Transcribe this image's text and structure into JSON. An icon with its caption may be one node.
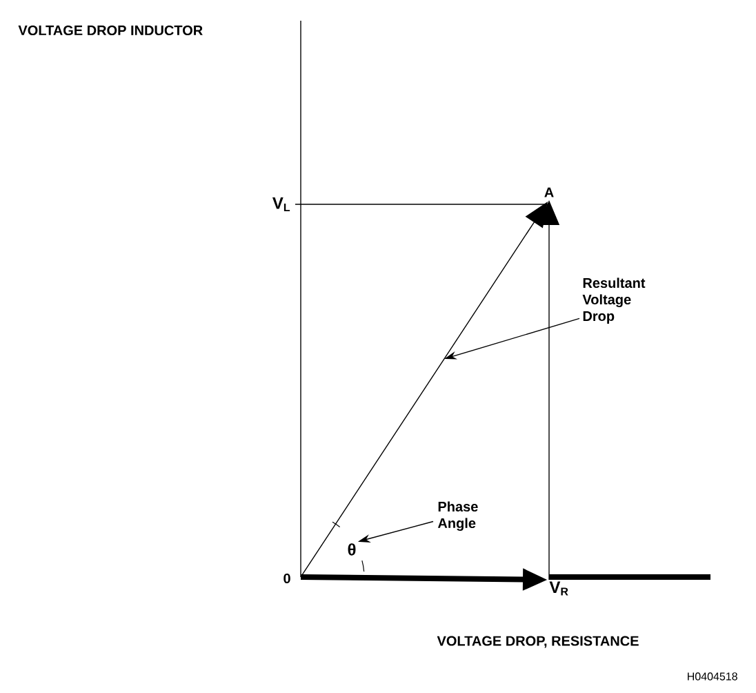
{
  "diagram": {
    "nodes": [
      {
        "text": [
          "0"
        ]
      },
      {
        "text": [
          "A"
        ]
      },
      {
        "text": [
          "V$_{R}$"
        ]
      },
      {
        "text": [
          "Resultant Voltage Drop"
        ]
      },
      {
        "text": [
          "Phase Angle"
        ]
      },
      {
        "text": [
          "θ"
        ]
      }
    ],
    "edges": [
      {
        "from": 0,
        "to": 2,
        "arrow": "to",
        "style": "thick"
      },
      {
        "from": 2,
        "to": 1,
        "arrow": "to"
      },
      {
        "from": 0,
        "to": 1,
        "arrow": "to"
      },
      {
        "from": 3,
        "to": null,
        "arrow": "to"
      },
      {
        "from": 4,
        "to": 5,
        "arrow": "to"
      }
    ],
    "labels": [
      "VOLTAGE DROP INDUCTOR",
      "V$_{L}$",
      "VOLTAGE DROP, RESISTANCE",
      "H0404518"
    ]
  }
}
